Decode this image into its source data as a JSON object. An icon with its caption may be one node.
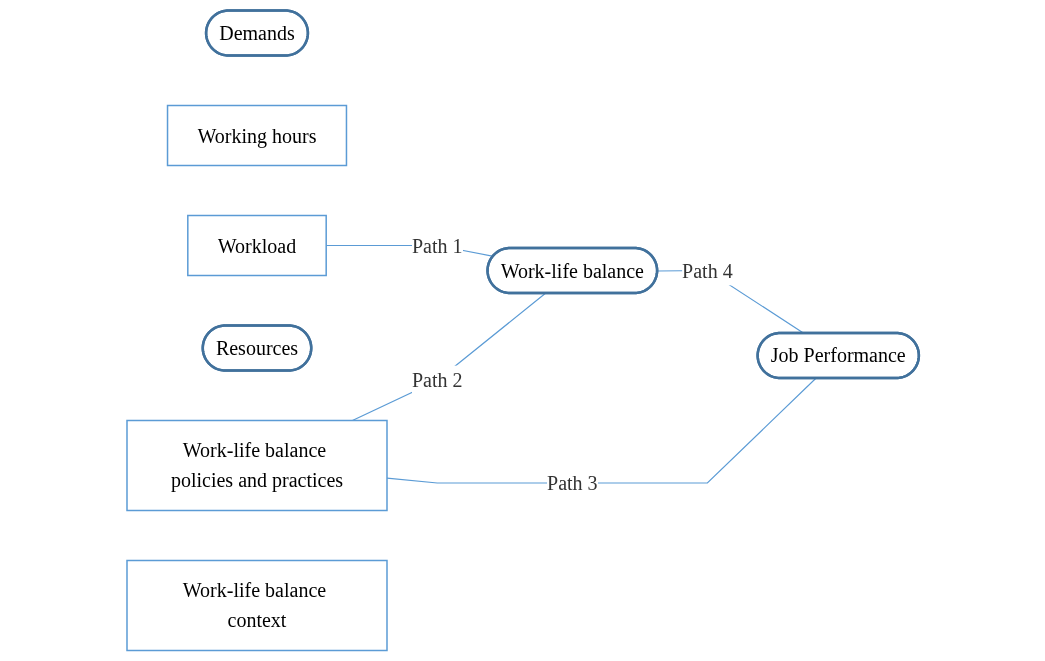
{
  "diagram": {
    "nodes": [
      {
        "text": [
          "Demands"
        ]
      },
      {
        "text": [
          "Working hours"
        ]
      },
      {
        "text": [
          "Workload"
        ]
      },
      {
        "text": [
          "Resources"
        ]
      },
      {
        "text": [
          "Work-life balance policies and practices"
        ]
      },
      {
        "text": [
          "Work-life balance context"
        ]
      },
      {
        "text": [
          "Work-life balance"
        ]
      },
      {
        "text": [
          "Job Performance"
        ]
      }
    ],
    "edges": [
      {
        "from": 2,
        "to": 6,
        "arrow": "none",
        "label": "Path 1"
      },
      {
        "from": 4,
        "to": 6,
        "arrow": "none",
        "label": "Path 2"
      },
      {
        "from": 4,
        "to": 7,
        "arrow": "none",
        "label": "Path 3"
      },
      {
        "from": 6,
        "to": 7,
        "arrow": "none",
        "label": "Path 4"
      }
    ]
  }
}
